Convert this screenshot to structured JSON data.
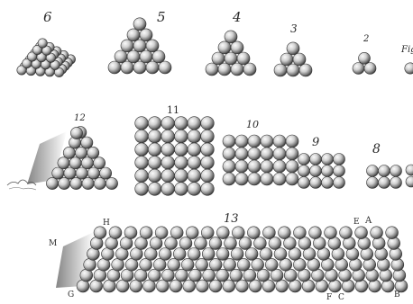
{
  "plate": {
    "figure_numbers": [
      "6",
      "5",
      "4",
      "3",
      "2",
      "Fig",
      "12",
      "11",
      "10",
      "9",
      "8",
      "13"
    ],
    "point_letters": [
      "H",
      "E",
      "A",
      "M",
      "G",
      "F",
      "C",
      "B"
    ],
    "colors": {
      "paper": "#ffffff",
      "ink": "#2a2a2a",
      "ball_light": "#f4f4f4",
      "ball_mid": "#b9b9b9",
      "ball_dark": "#3c3c3c"
    }
  }
}
